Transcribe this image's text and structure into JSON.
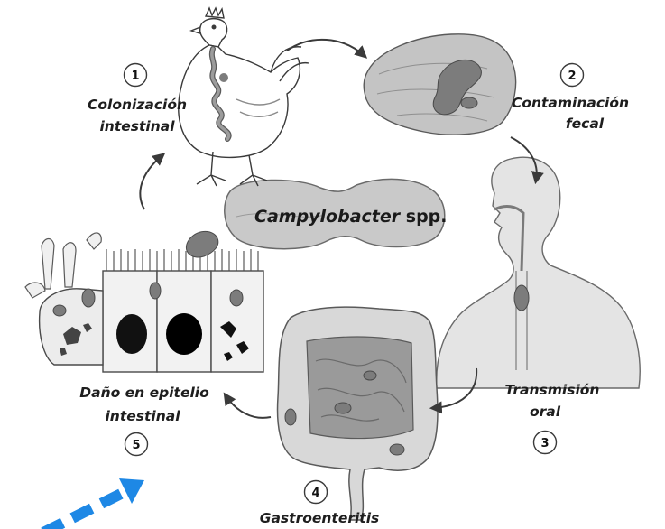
{
  "center_label": {
    "genus": "Campylobacter",
    "suffix": " spp."
  },
  "steps": [
    {
      "number": "1",
      "line1": "Colonización",
      "line2": "intestinal"
    },
    {
      "number": "2",
      "line1": "Contaminación",
      "line2": "fecal"
    },
    {
      "number": "3",
      "line1": "Transmisión",
      "line2": "oral"
    },
    {
      "number": "4",
      "line1": "Gastroenteritis",
      "line2": ""
    },
    {
      "number": "5",
      "line1": "Daño en epitelio",
      "line2": "intestinal"
    }
  ],
  "icons": {
    "step1": "chicken-icon",
    "step2": "meat-icon",
    "step3": "human-torso-icon",
    "step4": "colon-icon",
    "step5": "epithelium-icon",
    "bacterium": "bacterium-icon",
    "pointer": "blue-dashed-arrow-icon"
  },
  "colors": {
    "bacterium": "#7c7c7c",
    "outline": "#3a3a3a",
    "pointer_arrow": "#1e88e5"
  }
}
